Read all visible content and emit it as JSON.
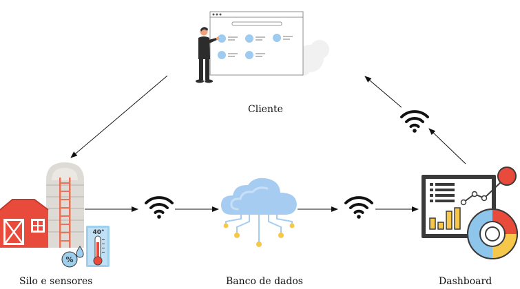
{
  "nodes": {
    "client": {
      "label": "Cliente"
    },
    "silo": {
      "label": "Silo e sensores",
      "thermo_value": "40°",
      "humidity_symbol": "%"
    },
    "database": {
      "label": "Banco de dados"
    },
    "dashboard": {
      "label": "Dashboard"
    }
  },
  "edges": [
    {
      "from": "client",
      "to": "silo",
      "wireless": false
    },
    {
      "from": "silo",
      "to": "database",
      "wireless": true
    },
    {
      "from": "database",
      "to": "dashboard",
      "wireless": true
    },
    {
      "from": "dashboard",
      "to": "client",
      "wireless": true
    }
  ],
  "colors": {
    "cloud": "#a7ccf2",
    "barn_red": "#e84b3c",
    "silo_gray": "#dedbd6",
    "ladder": "#e8735a",
    "thermo_blue": "#9ed0ee",
    "dash_dark": "#3a3a3a",
    "dash_yellow": "#f5c84c",
    "dash_red": "#e84b3c",
    "dash_blue": "#8ec5ea",
    "person_shirt": "#2c2c2c",
    "person_skin": "#f0a37a"
  },
  "icons": [
    "wifi-icon",
    "cloud-database-icon",
    "silo-barn-icon",
    "thermometer-icon",
    "humidity-icon",
    "dashboard-icon",
    "client-person-icon",
    "browser-window-icon"
  ]
}
